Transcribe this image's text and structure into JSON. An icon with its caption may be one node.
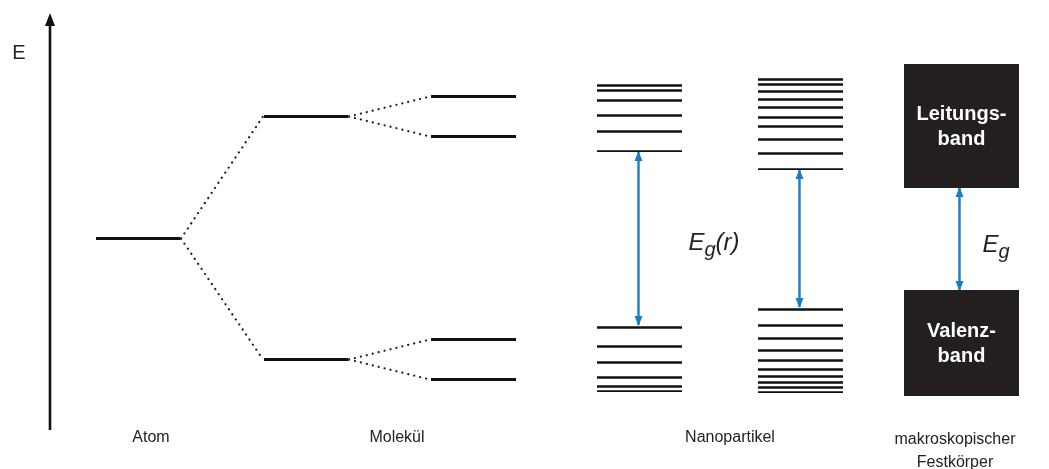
{
  "diagram": {
    "nodes": [
      {
        "text": [],
        "shape": "bar"
      },
      {
        "text": [],
        "shape": "bar"
      },
      {
        "text": [],
        "shape": "bar"
      },
      {
        "text": [],
        "shape": "bar"
      },
      {
        "text": [],
        "shape": "bar"
      },
      {
        "text": [],
        "shape": "bar"
      },
      {
        "text": [],
        "shape": "bar"
      },
      {
        "text": [],
        "shape": "bar"
      },
      {
        "text": [],
        "shape": "bar"
      },
      {
        "text": [],
        "shape": "bar"
      },
      {
        "text": [],
        "shape": "bar"
      },
      {
        "text": [
          "Leitungs- band"
        ]
      },
      {
        "text": [
          "Valenz- band"
        ]
      }
    ],
    "edges": [
      {
        "from": 0,
        "to": 1,
        "arrow": "none",
        "style": "dashed"
      },
      {
        "from": 0,
        "to": 2,
        "arrow": "none",
        "style": "dashed"
      },
      {
        "from": 1,
        "to": 3,
        "arrow": "none",
        "style": "dashed"
      },
      {
        "from": 1,
        "to": 4,
        "arrow": "none",
        "style": "dashed"
      },
      {
        "from": 2,
        "to": 5,
        "arrow": "none",
        "style": "dashed"
      },
      {
        "from": 2,
        "to": 6,
        "arrow": "none",
        "style": "dashed"
      },
      {
        "from": 8,
        "to": 7,
        "arrow": "both",
        "color": "#1a7cc4"
      },
      {
        "from": 10,
        "to": 9,
        "arrow": "both",
        "color": "#1a7cc4"
      },
      {
        "from": 12,
        "to": 11,
        "arrow": "both",
        "color": "#1a7cc4"
      }
    ],
    "labels": [
      "E",
      "E$_{g}$(r)",
      "E$_{g}$",
      "Atom",
      "Molekül",
      "Nanopartikel",
      "makroskopischer Festkörper"
    ]
  }
}
